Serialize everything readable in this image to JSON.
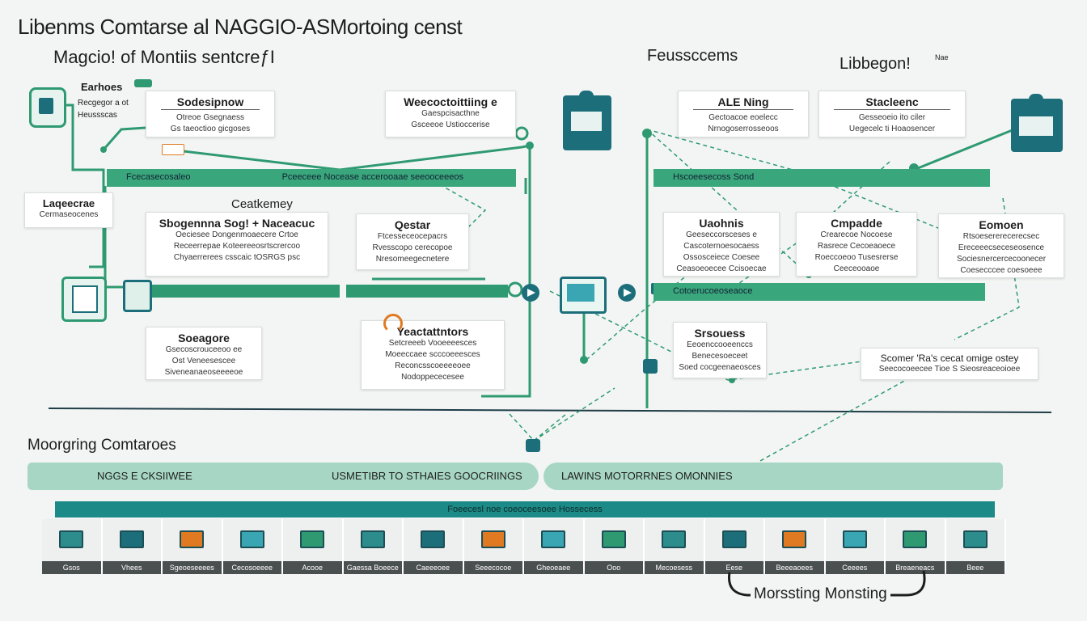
{
  "colors": {
    "accent": "#2f9a72",
    "dark_teal": "#1c6f7a",
    "band_bg": "#a7d7c4",
    "cell_footer": "#4a4f50"
  },
  "title": "Libenms Comtarse al NAGGIO-ASMortoing censt",
  "subtitle": "Magcio! of Montiis sentcreƒI",
  "col_header_mid": "Feussccems",
  "col_header_right": "Libbegon!",
  "col_header_right_sup": "Nae",
  "left_group": {
    "label": "Earhoes",
    "lines": [
      "Recgegor a ot",
      "Heussscas"
    ]
  },
  "left_side": {
    "title": "Laqeecrae",
    "line": "Cermaseocenes"
  },
  "cards": [
    {
      "id": "c1",
      "title": "Sodesipnow",
      "lines": [
        "Otreoe Gsegnaess",
        "Gs taeoctioo gicgoses"
      ]
    },
    {
      "id": "c2",
      "title": "Weecoctoittiing e",
      "lines": [
        "Gaespcisacthne",
        "Gsceeoe Ustioccerise"
      ]
    },
    {
      "id": "c3",
      "title": "ALE Ning",
      "lines": [
        "Gectoacoe eoelecc",
        "Nrnogoserrosseoos"
      ]
    },
    {
      "id": "c4",
      "title": "Stacleenc",
      "lines": [
        "Gesseoeio ito ciler",
        "Uegecelc ti Hoaosencer"
      ]
    },
    {
      "id": "c5",
      "title": "Sbogennna Sog! + Naceacuc",
      "head": "Ceatkemey",
      "lines": [
        "Oeciesee Dongenmoaecere Crtoe",
        "Receerrepae Koteereeosrtscrercoo",
        "Chyaerrerees csscaic tOSRGS psc"
      ]
    },
    {
      "id": "c6",
      "title": "Qestar",
      "lines": [
        "Ftcesseceocepacrs",
        "Rvesscopo cerecopoe",
        "Nresomeegecnetere"
      ]
    },
    {
      "id": "c7",
      "title": "Uaohnis",
      "lines": [
        "Geeseccorsceses e",
        "Cascoternoesocaess",
        "Ossosceiece Coesee",
        "Ceasoeoecee Ccisoecae"
      ]
    },
    {
      "id": "c8",
      "title": "Cmpadde",
      "lines": [
        "Crearecoe Nocoese",
        "Rasrece Cecoeaoece",
        "Roeccoeoo Tusesrerse",
        "Ceeceooaoe"
      ]
    },
    {
      "id": "c9",
      "title": "Eomoen",
      "lines": [
        "Rtsoesererecerecsec",
        "Ereceeecseceseosence",
        "Sociesnercercecoonecer",
        "Coesecccee coesoeee"
      ]
    },
    {
      "id": "c10",
      "title": "Soeagore",
      "lines": [
        "Gsecoscrouceeoo ee",
        "Ost Veneesescee",
        "Siveneanaeoseeeeoe"
      ]
    },
    {
      "id": "c11",
      "title": "Yeactattntors",
      "lines": [
        "Setcreeeb Vooeeeesces",
        "Moeeccaee scccoeeesces",
        "Reconcsscoeeeeoee",
        "Nodoppececesee"
      ]
    },
    {
      "id": "c12",
      "title": "Srsouess",
      "lines": [
        "Eeoenccooeenccs",
        "Benecesoeceet",
        "Soed cocgeenaeosces"
      ]
    },
    {
      "id": "c13",
      "title": "Scomer 'Ra's cecat omige ostey",
      "lines": [
        "Seecocoeecee Tioe S Sieosreaceoioee"
      ]
    }
  ],
  "bars": {
    "top_left": "Fcecasecosaleo",
    "top_left_mid": "Pceeceee Nocease accerooaae seeooceeeos",
    "top_right": "Hscoeesecoss Sond",
    "mid_right": "Cotoerucoeoseaoce"
  },
  "section_title": "Moorgring Comtaroes",
  "band": {
    "left": "NGGS E CKSIIWEE",
    "mid": "USMETIBR TO STHAIES GOOCRIINGS",
    "right": "LAWINS MOTORRNES OMONNIES"
  },
  "teal_bar": "Foeecesl noe coeoceesoee Hossecess",
  "strip_cells": [
    {
      "label": "Gsos"
    },
    {
      "label": "Vhees"
    },
    {
      "label": "Sgeoeseeees"
    },
    {
      "label": "Cecosoeeee"
    },
    {
      "label": "Acooe"
    },
    {
      "label": "Gaessa Boeece"
    },
    {
      "label": "Caeeeoee"
    },
    {
      "label": "Seeecocoe"
    },
    {
      "label": "Gheoeaee"
    },
    {
      "label": "Ooo"
    },
    {
      "label": "Mecoesess"
    },
    {
      "label": "Eese"
    },
    {
      "label": "Beeeaoees"
    },
    {
      "label": "Ceeees"
    },
    {
      "label": "Breaeneacs"
    },
    {
      "label": "Beee"
    }
  ],
  "footer_callout": "Morssting Monsting"
}
